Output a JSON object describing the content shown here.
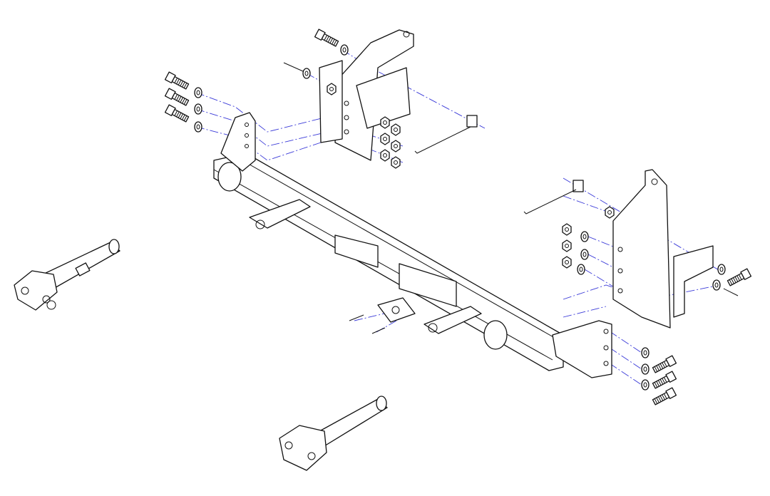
{
  "diagram": {
    "type": "exploded-assembly-drawing",
    "colors": {
      "line": "#111111",
      "guide": "#3a3ad8",
      "background": "#ffffff"
    },
    "parts": [
      "crossbar",
      "left-bracket",
      "top-bracket",
      "right-bracket",
      "right-lower-bracket",
      "left-hitch-pin",
      "bottom-hitch-pin",
      "bolts",
      "washers",
      "nuts",
      "lock-pins",
      "screws",
      "retainer-plate"
    ]
  }
}
